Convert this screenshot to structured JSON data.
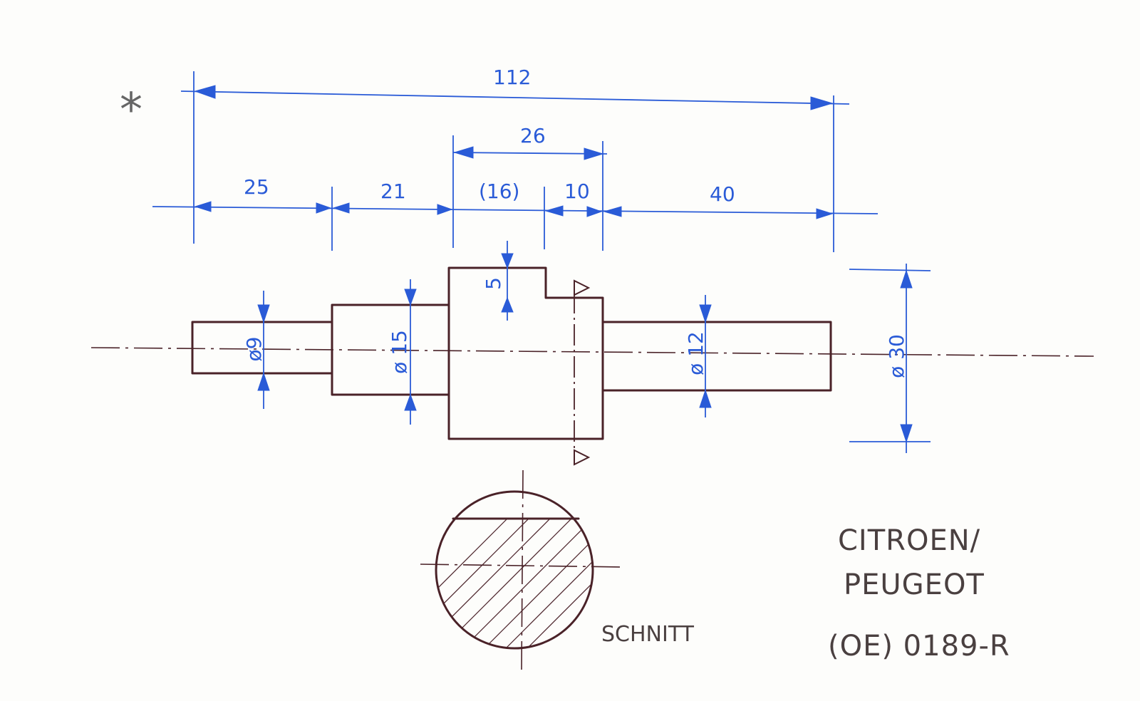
{
  "dimensions": {
    "overall": "112",
    "keyway_length": "26",
    "seg_25": "25",
    "seg_21": "21",
    "seg_16": "(16)",
    "seg_10": "10",
    "seg_40": "40",
    "key_depth": "5",
    "dia_9": "ø9",
    "dia_15": "ø 15",
    "dia_12": "ø 12",
    "dia_30": "ø 30"
  },
  "marker": "*",
  "section_label": "SCHNITT",
  "notes": {
    "line1": "CITROEN/",
    "line2": "PEUGEOT",
    "line3": "(OE) 0189-R"
  },
  "colors": {
    "part": "#4a2228",
    "dimension": "#2a5bd7",
    "handwriting": "#4a4040"
  }
}
